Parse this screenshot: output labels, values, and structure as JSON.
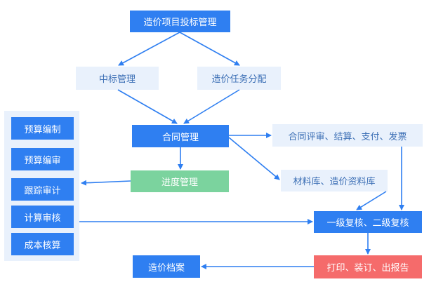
{
  "nodes": {
    "top": "造价项目投标管理",
    "winning": "中标管理",
    "task": "造价任务分配",
    "contract": "合同管理",
    "contract_review": "合同评审、结算、支付、发票",
    "material": "材料库、造价资料库",
    "progress": "进度管理",
    "review": "一级复核、二级复核",
    "print": "打印、装订、出报告",
    "archive": "造价档案"
  },
  "sidebar": {
    "items": [
      "预算编制",
      "预算编审",
      "跟踪审计",
      "计算审核",
      "成本核算"
    ]
  },
  "colors": {
    "primary": "#2f7ff1",
    "light": "#e9f1fc",
    "green": "#7bd39e",
    "red": "#f56b6b"
  }
}
